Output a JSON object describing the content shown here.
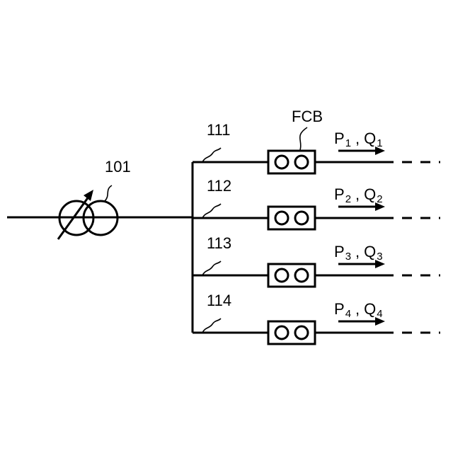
{
  "transformer": {
    "label": "101"
  },
  "breaker": {
    "label": "FCB"
  },
  "feeders": [
    {
      "id": "111",
      "p": "P",
      "p_sub": "1",
      "comma": ",",
      "q": "Q",
      "q_sub": "1"
    },
    {
      "id": "112",
      "p": "P",
      "p_sub": "2",
      "comma": ",",
      "q": "Q",
      "q_sub": "2"
    },
    {
      "id": "113",
      "p": "P",
      "p_sub": "3",
      "comma": ",",
      "q": "Q",
      "q_sub": "3"
    },
    {
      "id": "114",
      "p": "P",
      "p_sub": "4",
      "comma": ",",
      "q": "Q",
      "q_sub": "4"
    }
  ]
}
